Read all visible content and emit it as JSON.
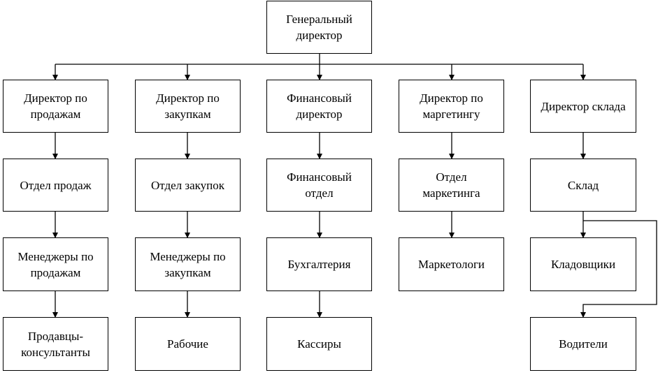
{
  "org_chart": {
    "ceo": "Генеральный\nдиректор",
    "departments": [
      {
        "head": "Директор  по\nпродажам",
        "units": [
          "Отдел продаж",
          "Менеджеры по\nпродажам",
          "Продавцы-\nконсультанты"
        ]
      },
      {
        "head": "Директор по\nзакупкам",
        "units": [
          "Отдел закупок",
          "Менеджеры по\nзакупкам",
          "Рабочие"
        ]
      },
      {
        "head": "Финансовый\nдиректор",
        "units": [
          "Финансовый\nотдел",
          "Бухгалтерия",
          "Кассиры"
        ]
      },
      {
        "head": "Директор по\nмаргетингу",
        "units": [
          "Отдел\nмаркетинга",
          "Маркетологи"
        ]
      },
      {
        "head": "Директор склада",
        "units": [
          "Склад",
          "Кладовщики",
          "Водители"
        ]
      }
    ]
  }
}
